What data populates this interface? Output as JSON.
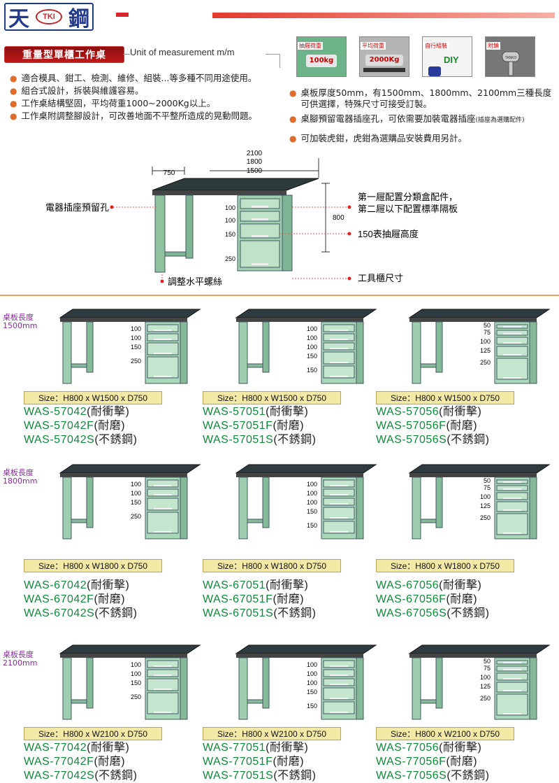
{
  "brand": {
    "logo_left": "天",
    "logo_mid": "TKI",
    "logo_right": "鋼"
  },
  "header": {
    "title": "重量型單櫃工作桌",
    "unit": "Unit of measurement m/m"
  },
  "features_left": [
    "適合模具、鉗工、檢測、維修、組裝...等多種不同用途使用。",
    "組合式設計，拆裝與維護容易。",
    "工作桌結構堅固，平均荷重1000~2000Kg以上。",
    "工作桌附調整腳設計，可改善地面不平整所造成的晃動問題。"
  ],
  "features_right": [
    "桌板厚度50mm，有1500mm、1800mm、2100mm三種長度可供選擇，特殊尺寸可接受訂製。",
    "桌腳預留電器插座孔，可依需要加裝電器插座",
    "(插座為選購配件)",
    "可加裝虎鉗，虎鉗為選購品安裝費用另計。"
  ],
  "badges": [
    {
      "label": "抽屜荷重",
      "value": "100kg"
    },
    {
      "label": "平均荷重",
      "value": "2000Kg"
    },
    {
      "label": "自行組裝",
      "value": "DIY"
    },
    {
      "label": "附鎖",
      "value": "TANKO"
    }
  ],
  "diagram": {
    "dims": {
      "length": [
        "2100",
        "1800",
        "1500"
      ],
      "depth": "750",
      "height": "800",
      "drawers": [
        "100",
        "100",
        "150",
        "250"
      ]
    },
    "callouts": {
      "socket": "電器插座預留孔",
      "foot": "調整水平螺絲",
      "drawer1": "第一屜配置分類盒配件，",
      "drawer2": "第二屜以下配置標準隔板",
      "drawer_h": "150表抽屜高度",
      "cabinet": "工具櫃尺寸"
    }
  },
  "rows": [
    {
      "length_label": "桌板長度",
      "length_value": "1500mm",
      "products": [
        {
          "drawers": [
            "100",
            "100",
            "150",
            "250"
          ],
          "size": "Size：H800 x W1500 x D750",
          "models": [
            [
              "WAS-57042",
              "(耐衝擊)"
            ],
            [
              "WAS-57042F",
              "(耐磨)"
            ],
            [
              "WAS-57042S",
              "(不銹鋼)"
            ]
          ]
        },
        {
          "drawers": [
            "100",
            "100",
            "100",
            "150",
            "150"
          ],
          "size": "Size：H800 x W1500 x D750",
          "models": [
            [
              "WAS-57051",
              "(耐衝擊)"
            ],
            [
              "WAS-57051F",
              "(耐磨)"
            ],
            [
              "WAS-57051S",
              "(不銹鋼)"
            ]
          ]
        },
        {
          "drawers": [
            "50",
            "75",
            "100",
            "125",
            "250"
          ],
          "size": "Size：H800 x W1500 x D750",
          "models": [
            [
              "WAS-57056",
              "(耐衝擊)"
            ],
            [
              "WAS-57056F",
              "(耐磨)"
            ],
            [
              "WAS-57056S",
              "(不銹鋼)"
            ]
          ]
        }
      ]
    },
    {
      "length_label": "桌板長度",
      "length_value": "1800mm",
      "products": [
        {
          "drawers": [
            "100",
            "100",
            "150",
            "250"
          ],
          "size": "Size：H800 x W1800 x D750",
          "models": [
            [
              "WAS-67042",
              "(耐衝擊)"
            ],
            [
              "WAS-67042F",
              "(耐磨)"
            ],
            [
              "WAS-67042S",
              "(不銹鋼)"
            ]
          ]
        },
        {
          "drawers": [
            "100",
            "100",
            "100",
            "150",
            "150"
          ],
          "size": "Size：H800 x W1800 x D750",
          "models": [
            [
              "WAS-67051",
              "(耐衝擊)"
            ],
            [
              "WAS-67051F",
              "(耐磨)"
            ],
            [
              "WAS-67051S",
              "(不銹鋼)"
            ]
          ]
        },
        {
          "drawers": [
            "50",
            "75",
            "100",
            "125",
            "250"
          ],
          "size": "Size：H800 x W1800 x D750",
          "models": [
            [
              "WAS-67056",
              "(耐衝擊)"
            ],
            [
              "WAS-67056F",
              "(耐磨)"
            ],
            [
              "WAS-67056S",
              "(不銹鋼)"
            ]
          ]
        }
      ]
    },
    {
      "length_label": "桌板長度",
      "length_value": "2100mm",
      "products": [
        {
          "drawers": [
            "100",
            "100",
            "150",
            "250"
          ],
          "size": "Size：H800 x W2100 x D750",
          "models": [
            [
              "WAS-77042",
              "(耐衝擊)"
            ],
            [
              "WAS-77042F",
              "(耐磨)"
            ],
            [
              "WAS-77042S",
              "(不銹鋼)"
            ]
          ]
        },
        {
          "drawers": [
            "100",
            "100",
            "100",
            "150",
            "150"
          ],
          "size": "Size：H800 x W2100 x D750",
          "models": [
            [
              "WAS-77051",
              "(耐衝擊)"
            ],
            [
              "WAS-77051F",
              "(耐磨)"
            ],
            [
              "WAS-77051S",
              "(不銹鋼)"
            ]
          ]
        },
        {
          "drawers": [
            "50",
            "75",
            "100",
            "125",
            "250"
          ],
          "size": "Size：H800 x W2100 x D750",
          "models": [
            [
              "WAS-77056",
              "(耐衝擊)"
            ],
            [
              "WAS-77056F",
              "(耐磨)"
            ],
            [
              "WAS-77056S",
              "(不銹鋼)"
            ]
          ]
        }
      ]
    }
  ]
}
